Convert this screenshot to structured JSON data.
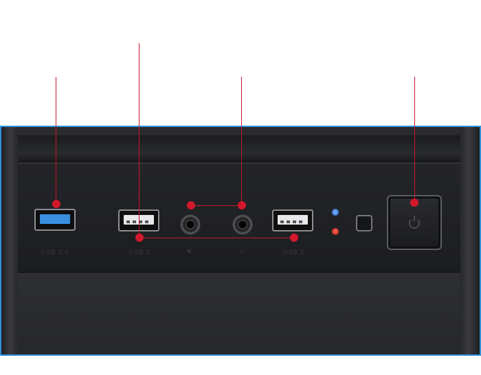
{
  "diagram": {
    "colors": {
      "callout": "#c7182b",
      "case_border": "#2f8fd8",
      "usb3_tongue": "#3a8fe0",
      "led_power": "#1d5cc8",
      "led_hdd": "#b5140c"
    },
    "ports": {
      "usb3_label": "USB 3.0",
      "usb2_left_label": "USB 2",
      "usb2_right_label": "USB 2"
    },
    "icons": {
      "headphone": "headphone-icon",
      "microphone": "microphone-icon",
      "power": "power-icon"
    }
  }
}
